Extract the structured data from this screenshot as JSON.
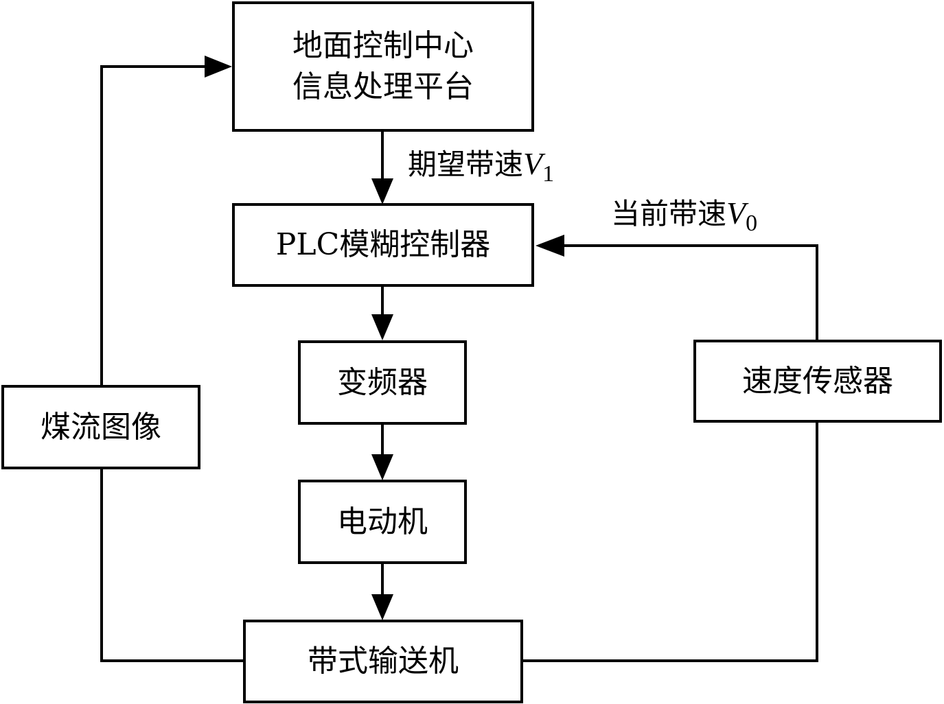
{
  "nodes": {
    "ground_center": {
      "line1": "地面控制中心",
      "line2": "信息处理平台"
    },
    "plc": {
      "label": "PLC模糊控制器"
    },
    "inverter": {
      "label": "变频器"
    },
    "motor": {
      "label": "电动机"
    },
    "conveyor": {
      "label": "带式输送机"
    },
    "coal_image": {
      "label": "煤流图像"
    },
    "speed_sensor": {
      "label": "速度传感器"
    }
  },
  "edges": {
    "expected_speed": {
      "text": "期望带速",
      "var": "V",
      "sub": "1"
    },
    "current_speed": {
      "text": "当前带速",
      "var": "V",
      "sub": "0"
    }
  }
}
